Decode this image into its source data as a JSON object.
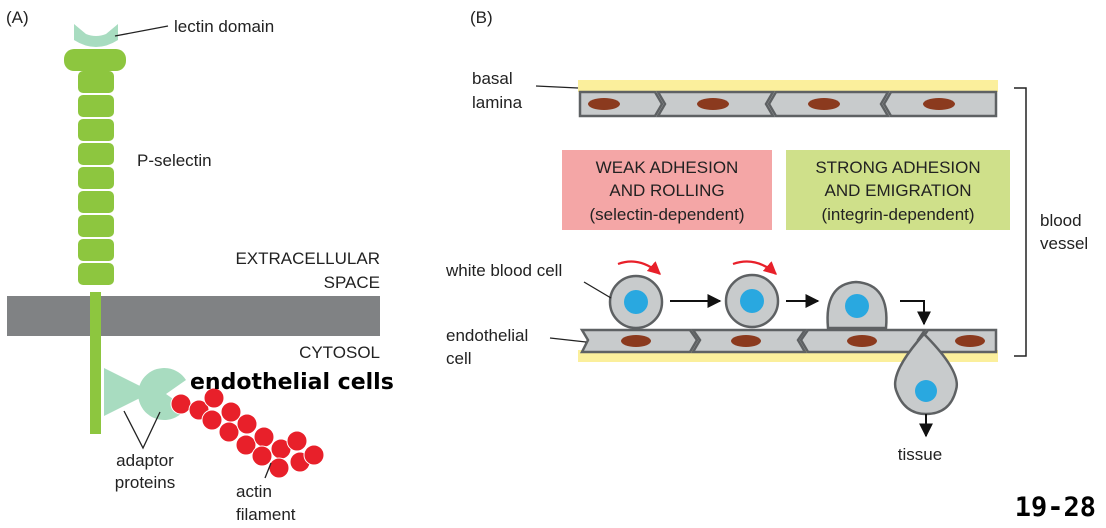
{
  "panel_a": {
    "label": "(A)",
    "lectin_domain": "lectin domain",
    "p_selectin": "P-selectin",
    "extracellular_line1": "EXTRACELLULAR",
    "extracellular_line2": "SPACE",
    "cytosol": "CYTOSOL",
    "endothelial_cells": "endothelial cells",
    "adaptor_line1": "adaptor",
    "adaptor_line2": "proteins",
    "actin_line1": "actin",
    "actin_line2": "filament"
  },
  "panel_b": {
    "label": "(B)",
    "basal_line1": "basal",
    "basal_line2": "lamina",
    "weak_line1": "WEAK ADHESION",
    "weak_line2": "AND ROLLING",
    "weak_line3": "(selectin-dependent)",
    "strong_line1": "STRONG ADHESION",
    "strong_line2": "AND EMIGRATION",
    "strong_line3": "(integrin-dependent)",
    "blood_line1": "blood",
    "blood_line2": "vessel",
    "white_blood_cell": "white blood cell",
    "endothelial_line1": "endothelial",
    "endothelial_line2": "cell",
    "tissue": "tissue"
  },
  "figure_number": "19-28",
  "colors": {
    "green": "#8dc63f",
    "lectin": "#a8dcc0",
    "membrane": "#808284",
    "actin": "#e8202a",
    "weak_box": "#f4a6a6",
    "strong_box": "#cfe08a",
    "basal": "#fbef9c",
    "cell_fill": "#c8cbcc",
    "nucleus": "#8b3a1e",
    "wbc_nucleus": "#29a8e0",
    "red_arrow": "#e8202a"
  }
}
